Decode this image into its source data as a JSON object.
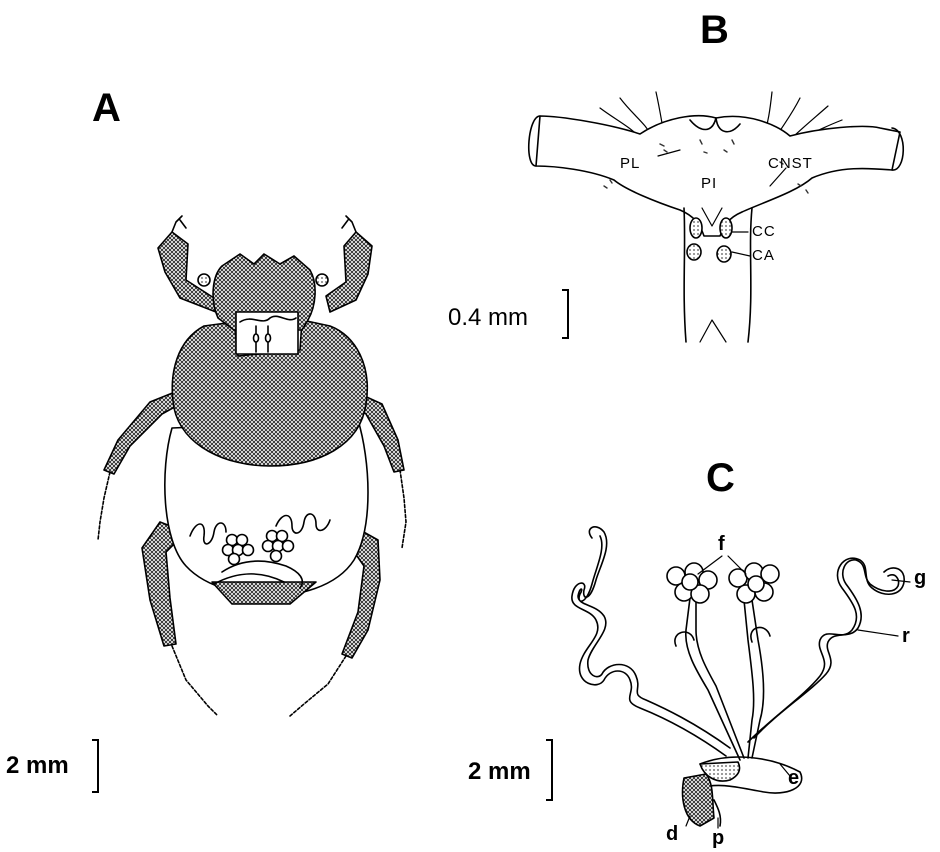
{
  "panels": {
    "a": {
      "letter": "A",
      "scale": "2 mm"
    },
    "b": {
      "letter": "B",
      "scale": "0.4 mm",
      "labels": {
        "pl": "PL",
        "pi": "PI",
        "cnst": "CNST",
        "cc": "CC",
        "ca": "CA"
      }
    },
    "c": {
      "letter": "C",
      "scale": "2 mm",
      "labels": {
        "f": "f",
        "g": "g",
        "r": "r",
        "e": "e",
        "d": "d",
        "p": "p"
      }
    }
  },
  "colors": {
    "ink": "#000000",
    "stipple": "#3a3a3a",
    "background": "#ffffff"
  }
}
